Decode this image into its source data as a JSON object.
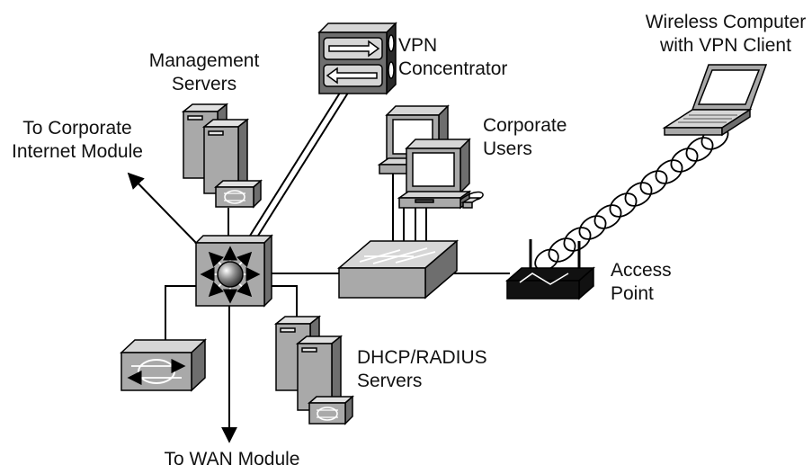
{
  "labels": {
    "management_servers": [
      "Management",
      "Servers"
    ],
    "to_corporate_internet": [
      "To Corporate",
      "Internet Module"
    ],
    "vpn_concentrator": [
      "VPN",
      "Concentrator"
    ],
    "corporate_users": [
      "Corporate",
      "Users"
    ],
    "wireless_computer": [
      "Wireless Computer",
      "with VPN Client"
    ],
    "access_point": [
      "Access",
      "Point"
    ],
    "dhcp_radius": [
      "DHCP/RADIUS",
      "Servers"
    ],
    "to_wan": [
      "To WAN Module"
    ]
  },
  "colors": {
    "device_gray": "#a9a9a9",
    "device_light": "#d6d6d6",
    "device_dark": "#6e6e6e",
    "line": "#000000"
  }
}
